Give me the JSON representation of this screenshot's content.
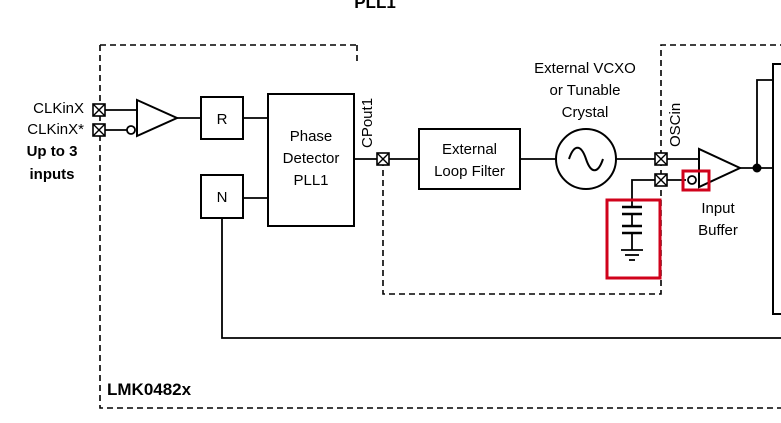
{
  "diagram": {
    "title_partial": "PLL1",
    "device_name": "LMK0482x",
    "inputs": {
      "clk_pos": "CLKinX",
      "clk_neg": "CLKinX*",
      "note_line1": "Up to 3",
      "note_line2": "inputs"
    },
    "blocks": {
      "r_divider": "R",
      "n_divider": "N",
      "phase_detector": [
        "Phase",
        "Detector",
        "PLL1"
      ],
      "loop_filter": [
        "External",
        "Loop Filter"
      ],
      "vcxo": [
        "External VCXO",
        "or Tunable",
        "Crystal"
      ],
      "input_buffer": [
        "Input",
        "Buffer"
      ]
    },
    "pins": {
      "cpout": "CPout1",
      "oscin": "OSCin"
    },
    "colors": {
      "highlight": "#d0021b",
      "line": "#000000"
    }
  }
}
